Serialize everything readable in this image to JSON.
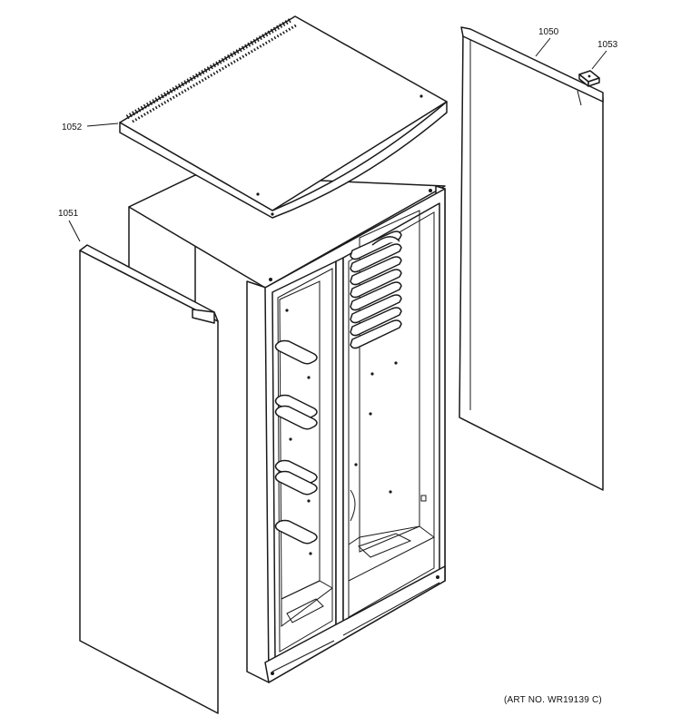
{
  "callouts": [
    {
      "id": "1050",
      "label": "1050"
    },
    {
      "id": "1051",
      "label": "1051"
    },
    {
      "id": "1052",
      "label": "1052"
    },
    {
      "id": "1053",
      "label": "1053"
    }
  ],
  "art_note": "(ART NO. WR19139 C)",
  "colors": {
    "line": "#1a1a1a",
    "background": "#ffffff"
  }
}
